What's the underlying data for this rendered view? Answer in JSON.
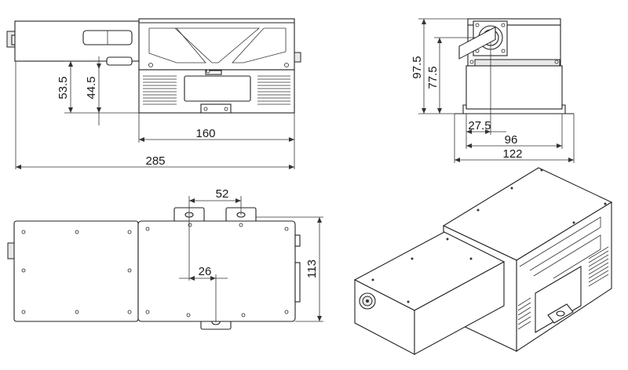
{
  "views": {
    "side": {
      "dim_total_length": "285",
      "dim_housing_length": "160",
      "dim_height_a": "53.5",
      "dim_height_b": "44.5"
    },
    "front": {
      "dim_total_height": "97.5",
      "dim_beam_height": "77.5",
      "dim_beam_offset": "27.5",
      "dim_inner_width": "96",
      "dim_total_width": "122"
    },
    "top": {
      "dim_mount_spacing": "52",
      "dim_mount_offset": "26",
      "dim_width": "113"
    }
  }
}
